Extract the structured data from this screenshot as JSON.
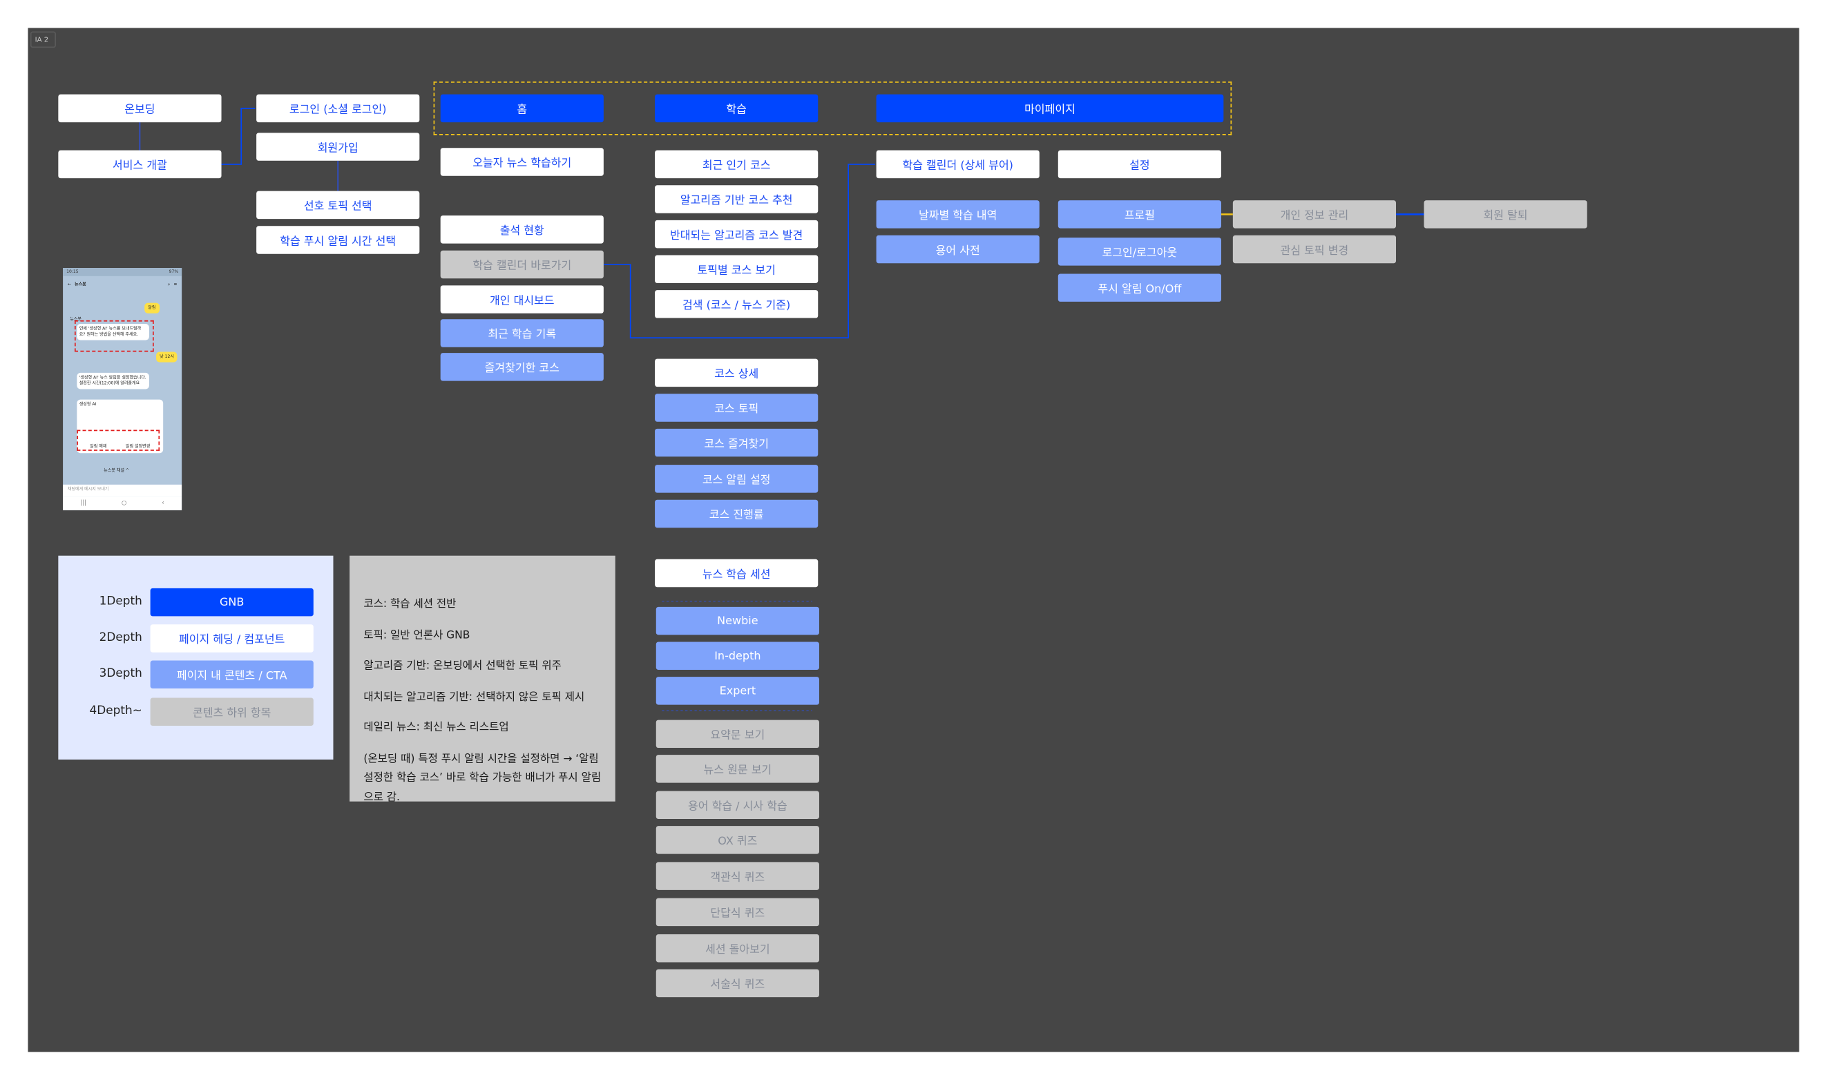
{
  "frame_label": "IA 2",
  "onboarding": {
    "items": [
      "온보딩",
      "서비스 개괄"
    ]
  },
  "auth": {
    "items": [
      "로그인 (소셜 로그인)",
      "회원가입",
      "선호 토픽 선택",
      "학습 푸시 알림 시간 선택"
    ]
  },
  "gnb": {
    "home": "홈",
    "learning": "학습",
    "mypage": "마이페이지"
  },
  "home": {
    "today_news": "오늘자 뉴스 학습하기",
    "attendance": "출석 현황",
    "calendar_shortcut": "학습 캘린더 바로가기",
    "dashboard": "개인 대시보드",
    "recent_history": "최근 학습 기록",
    "favorite_courses": "즐겨찾기한 코스"
  },
  "learning": {
    "pages": [
      "최근 인기 코스",
      "알고리즘 기반 코스 추천",
      "반대되는 알고리즘 코스 발견",
      "토픽별 코스 보기",
      "검색 (코스 / 뉴스 기준)"
    ],
    "course_detail": "코스 상세",
    "course_items": [
      "코스 토픽",
      "코스 즐겨찾기",
      "코스 알림 설정",
      "코스 진행률"
    ],
    "news_session": "뉴스 학습 세션",
    "levels": [
      "Newbie",
      "In-depth",
      "Expert"
    ],
    "session_items": [
      "요약문 보기",
      "뉴스 원문 보기",
      "용어 학습 / 시사 학습",
      "OX 퀴즈",
      "객관식 퀴즈",
      "단답식 퀴즈",
      "세션 돌아보기",
      "서술식 퀴즈"
    ]
  },
  "mypage": {
    "calendar": "학습 캘린더 (상세 뷰어)",
    "calendar_items": [
      "날짜별 학습 내역",
      "용어 사전"
    ],
    "settings": "설정",
    "settings_items": [
      "프로필",
      "로그인/로그아웃",
      "푸시 알림 On/Off"
    ],
    "profile_items": [
      "개인 정보 관리",
      "관심 토픽 변경"
    ],
    "withdraw": "회원 탈퇴"
  },
  "legend": {
    "rows": [
      {
        "depth": "1Depth",
        "label": "GNB"
      },
      {
        "depth": "2Depth",
        "label": "페이지 헤딩 / 컴포넌트"
      },
      {
        "depth": "3Depth",
        "label": "페이지 내 콘텐츠 / CTA"
      },
      {
        "depth": "4Depth~",
        "label": "콘텐츠 하위 항목"
      }
    ]
  },
  "notes": [
    "코스: 학습 세션 전반",
    "토픽: 일반 언론사 GNB",
    "알고리즘 기반: 온보딩에서 선택한 토픽 위주",
    "대치되는 알고리즘 기반: 선택하지 않은 토픽 제시",
    "데일리 뉴스: 최신 뉴스 리스트업",
    "(온보딩 때) 특정 푸시 알림 시간을 설정하면 → ‘알림 설정한 학습 코스’ 바로 학습 가능한 배너가 푸시 알림으로 감."
  ],
  "phone": {
    "time": "10:15",
    "battery": "97%",
    "chat_title": "뉴스봇",
    "bot_name": "뉴스봇",
    "msg1": "언제 '생성형 AI' 뉴스를 보내드릴까요? 원하는 방법을 선택해 주세요.",
    "reply_alarm": "알림",
    "reply_time": "낮 12시",
    "msg2": "'생성형 AI' 뉴스 알림을 설정했습니다. 설정한 시간(12:00)에 알려줄게요",
    "card_title": "생성형 AI",
    "btn_a": "알림 해제",
    "btn_b": "알림 설정변경",
    "more": "뉴스봇 채널 ^",
    "input_placeholder": "채팅에게 메시지 보내기"
  },
  "colors": {
    "canvas": "#464646",
    "depth1": "#0046ff",
    "depth2": "#ffffff",
    "depth3": "#7fa3fb",
    "depth4": "#c9c9c9",
    "gnb_outline": "#f5c518",
    "connector": "#0046ff"
  }
}
